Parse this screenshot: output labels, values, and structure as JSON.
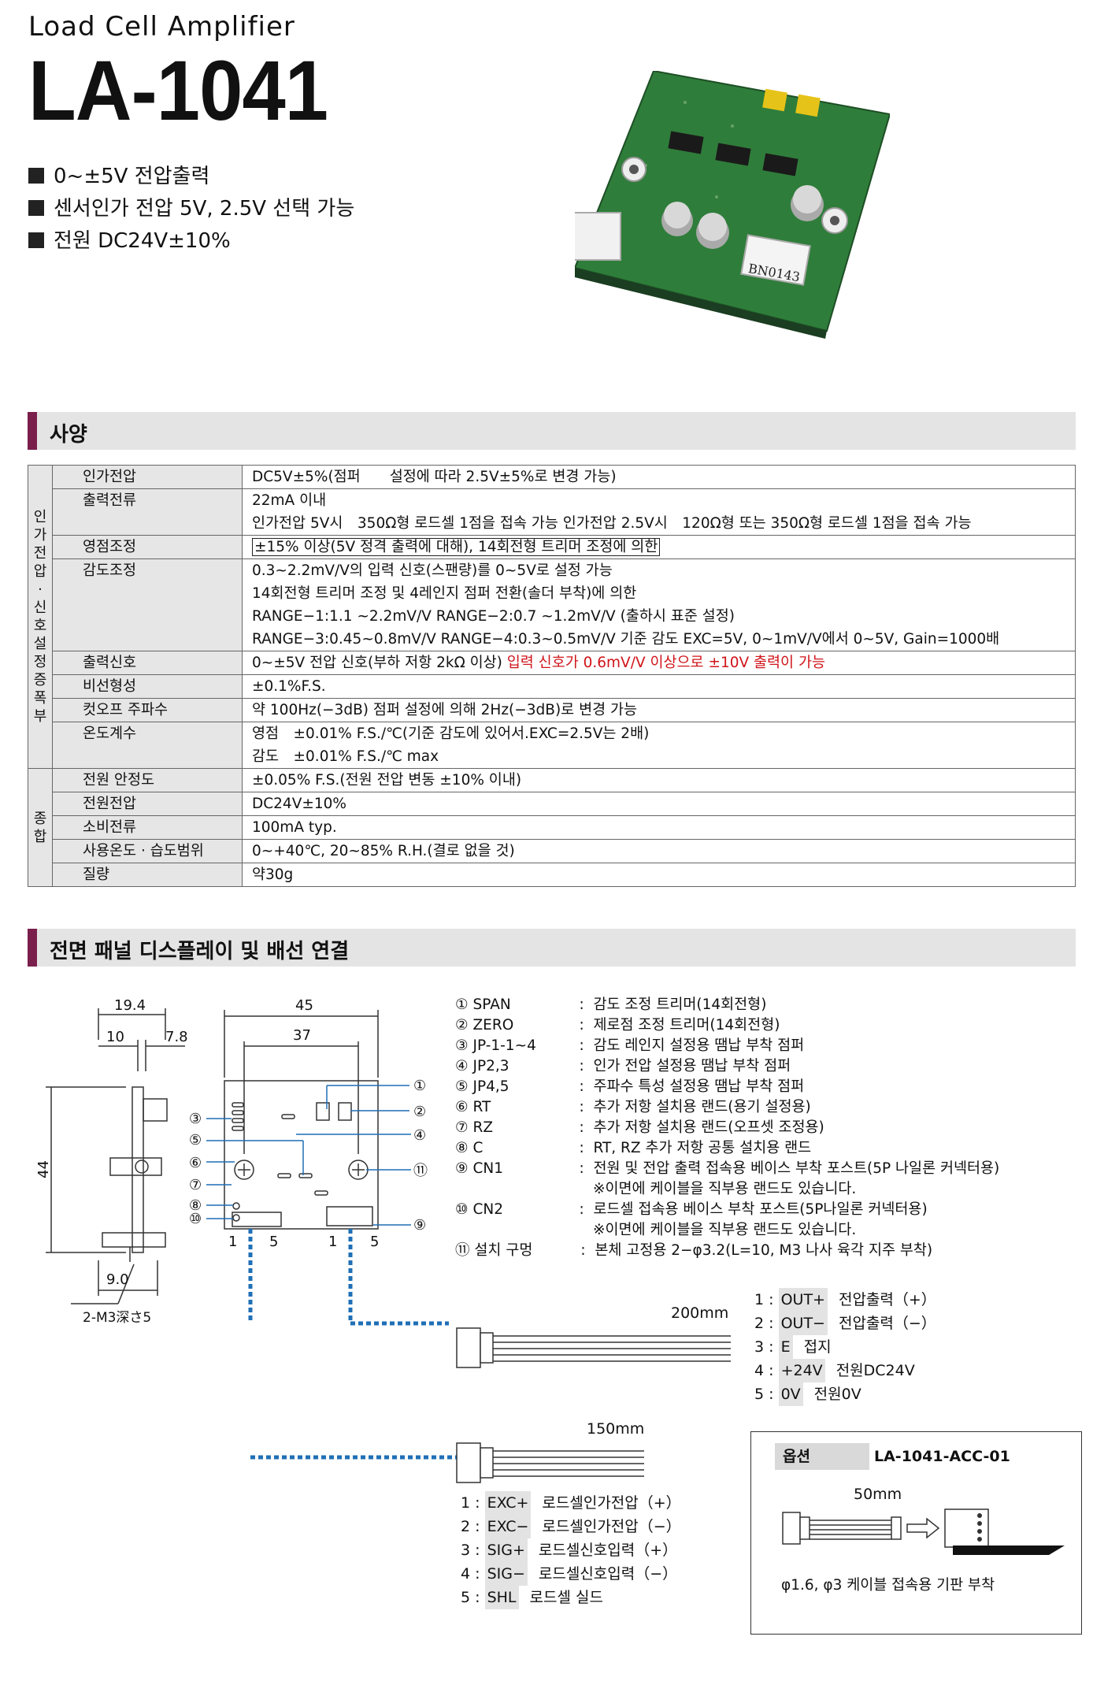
{
  "header": {
    "subtitle": "Load Cell Amplifier",
    "title": "LA-1041",
    "features": [
      "0~±5V 전압출력",
      "센서인가 전압 5V, 2.5V 선택 가능",
      "전원 DC24V±10%"
    ],
    "board_label": "BN0143"
  },
  "spec_section": {
    "heading": "사양",
    "groups": [
      {
        "label_chars": [
          "인",
          "가",
          "전",
          "압",
          "·",
          "신",
          "호",
          "설",
          "정",
          "증",
          "폭",
          "부"
        ]
      },
      {
        "label_chars": [
          "종",
          "합"
        ]
      }
    ],
    "rows": [
      {
        "key": "인가전압",
        "lines": [
          "DC5V±5%(점퍼　　설정에 따라 2.5V±5%로 변경 가능)"
        ]
      },
      {
        "key": "출력전류",
        "lines": [
          "22mA 이내",
          "인가전압 5V시　350Ω형 로드셀 1점을 접속 가능 인가전압 2.5V시　120Ω형 또는 350Ω형 로드셀 1점을 접속 가능"
        ]
      },
      {
        "key": "영점조정",
        "lines": [
          "±15% 이상(5V 정격 출력에 대해), 14회전형 트리머 조정에 의한"
        ]
      },
      {
        "key": "감도조정",
        "lines": [
          "0.3~2.2mV/V의 입력 신호(스팬량)를 0~5V로 설정 가능",
          "14회전형 트리머 조정 및 4레인지 점퍼 전환(솔더 부착)에 의한",
          "RANGE−1:1.1 ~2.2mV/V RANGE−2:0.7 ~1.2mV/V (출하시 표준 설정)",
          "RANGE−3:0.45~0.8mV/V RANGE−4:0.3~0.5mV/V 기준 감도 EXC=5V, 0~1mV/V에서 0~5V, Gain=1000배"
        ]
      },
      {
        "key": "출력신호",
        "text": "0~±5V 전압 신호(부하 저항 2kΩ 이상)",
        "red": "입력 신호가 0.6mV/V 이상으로 ±10V 출력이 가능"
      },
      {
        "key": "비선형성",
        "lines": [
          "±0.1%F.S."
        ]
      },
      {
        "key": "컷오프 주파수",
        "lines": [
          "약 100Hz(−3dB) 점퍼 설정에 의해 2Hz(−3dB)로 변경 가능"
        ]
      },
      {
        "key": "온도계수",
        "lines": [
          "영점　±0.01% F.S./℃(기준 감도에 있어서.EXC=2.5V는 2배)",
          "감도　±0.01% F.S./℃ max"
        ]
      },
      {
        "key": "전원 안정도",
        "lines": [
          "±0.05% F.S.(전원 전압 변동 ±10% 이내)"
        ]
      },
      {
        "key": "전원전압",
        "lines": [
          "DC24V±10%"
        ]
      },
      {
        "key": "소비전류",
        "lines": [
          "100mA typ."
        ]
      },
      {
        "key": "사용온도 · 습도범위",
        "lines": [
          "0~+40℃, 20~85% R.H.(결로 없을 것)"
        ]
      },
      {
        "key": "질량",
        "lines": [
          "약30g"
        ]
      }
    ]
  },
  "panel_section": {
    "heading": "전면 패널 디스플레이 및 배선 연결",
    "dims": {
      "w19_4": "19.4",
      "w10": "10",
      "w7_8": "7.8",
      "w45": "45",
      "w37": "37",
      "h44": "44",
      "w9_0": "9.0",
      "screw": "2-M3深さ5"
    },
    "callouts": [
      "①",
      "②",
      "③",
      "④",
      "⑤",
      "⑥",
      "⑦",
      "⑧",
      "⑨",
      "⑩",
      "⑪"
    ],
    "pin_nums": [
      "1",
      "5",
      "1",
      "5"
    ],
    "legend": [
      {
        "num": "①",
        "key": "SPAN",
        "desc": "감도 조정 트리머(14회전형)"
      },
      {
        "num": "②",
        "key": "ZERO",
        "desc": "제로점 조정 트리머(14회전형)"
      },
      {
        "num": "③",
        "key": "JP-1-1~4",
        "desc": "감도 레인지 설정용 땜납 부착 점퍼"
      },
      {
        "num": "④",
        "key": "JP2,3",
        "desc": "인가 전압 설정용 땜납 부착 점퍼"
      },
      {
        "num": "⑤",
        "key": "JP4,5",
        "desc": "주파수 특성 설정용 땜납 부착 점퍼"
      },
      {
        "num": "⑥",
        "key": "RT",
        "desc": "추가 저항 설치용 랜드(용기 설정용)"
      },
      {
        "num": "⑦",
        "key": "RZ",
        "desc": "추가 저항 설치용 랜드(오프셋 조정용)"
      },
      {
        "num": "⑧",
        "key": "C",
        "desc": "RT, RZ 추가 저항 공통 설치용 랜드"
      },
      {
        "num": "⑨",
        "key": "CN1",
        "desc": "전원 및 전압 출력 접속용 베이스 부착 포스트(5P 나일론 커넥터용)",
        "note": "※이면에 케이블을 직부용 랜드도 있습니다."
      },
      {
        "num": "⑩",
        "key": "CN2",
        "desc": "로드셀 접속용 베이스 부착 포스트(5P나일론 커넥터용)",
        "note": "※이면에 케이블을 직부용 랜드도 있습니다."
      },
      {
        "num": "⑪",
        "key": "설치 구멍",
        "desc": "본체 고정용 2−φ3.2(L=10, M3 나사 육각 지주 부착)"
      }
    ],
    "cable1": {
      "length": "200mm",
      "pins": [
        {
          "n": "1",
          "name": "OUT+",
          "desc": "전압출력（+）"
        },
        {
          "n": "2",
          "name": "OUT−",
          "desc": "전압출력（−）"
        },
        {
          "n": "3",
          "name": "E",
          "desc": "접지"
        },
        {
          "n": "4",
          "name": "+24V",
          "desc": "전원DC24V"
        },
        {
          "n": "5",
          "name": "0V",
          "desc": "전원0V"
        }
      ]
    },
    "cable2": {
      "length": "150mm",
      "pins": [
        {
          "n": "1",
          "name": "EXC+",
          "desc": "로드셀인가전압（+）"
        },
        {
          "n": "2",
          "name": "EXC−",
          "desc": "로드셀인가전압（−）"
        },
        {
          "n": "3",
          "name": "SIG+",
          "desc": "로드셀신호입력（+）"
        },
        {
          "n": "4",
          "name": "SIG−",
          "desc": "로드셀신호입력（−）"
        },
        {
          "n": "5",
          "name": "SHL",
          "desc": "로드셀 실드"
        }
      ]
    },
    "option": {
      "label": "옵션",
      "model": "LA-1041-ACC-01",
      "length": "50mm",
      "caption": "φ1.6, φ3 케이블 접속용 기판 부착"
    }
  },
  "colors": {
    "accent": "#7a1f4c",
    "callout_line": "#1f6fb6",
    "warning": "#d0141a",
    "pcb_green": "#2f7d3a"
  }
}
